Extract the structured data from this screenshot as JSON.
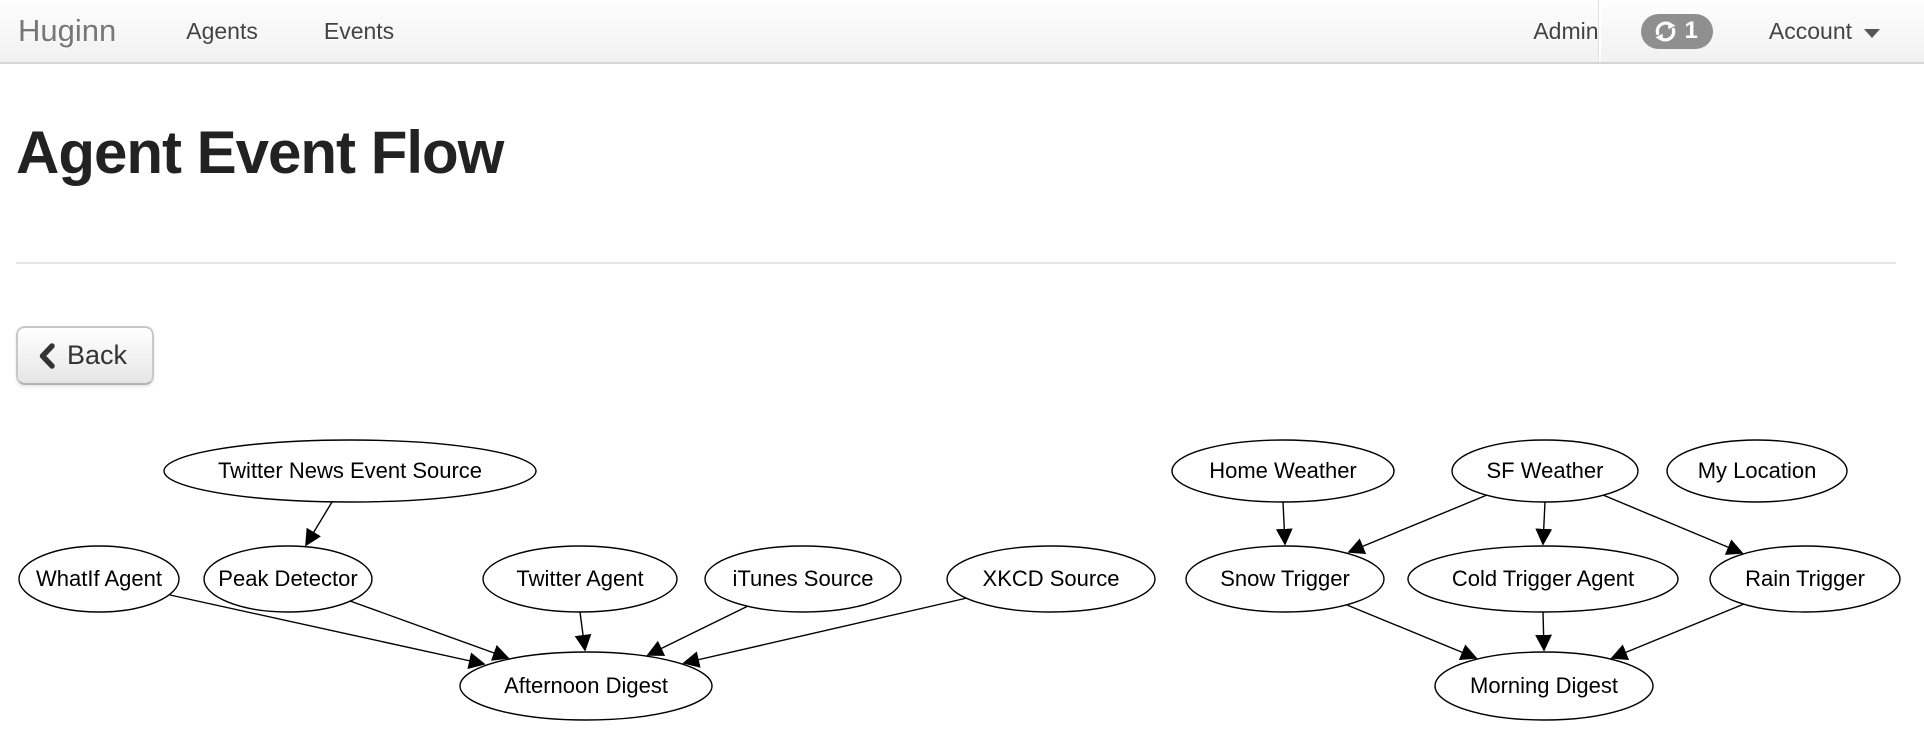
{
  "navbar": {
    "brand": "Huginn",
    "links": [
      {
        "label": "Agents"
      },
      {
        "label": "Events"
      }
    ],
    "admin_label": "Admin",
    "event_badge": {
      "icon": "refresh-icon",
      "count": "1"
    },
    "account_label": "Account"
  },
  "page": {
    "title": "Agent Event Flow",
    "back_button_label": "Back"
  },
  "diagram": {
    "type": "directed-graph",
    "nodes": [
      {
        "label": "Twitter News Event Source"
      },
      {
        "label": "WhatIf Agent"
      },
      {
        "label": "Peak Detector"
      },
      {
        "label": "Twitter Agent"
      },
      {
        "label": "iTunes Source"
      },
      {
        "label": "XKCD Source"
      },
      {
        "label": "Afternoon Digest"
      },
      {
        "label": "Home Weather"
      },
      {
        "label": "SF Weather"
      },
      {
        "label": "My Location"
      },
      {
        "label": "Snow Trigger"
      },
      {
        "label": "Cold Trigger Agent"
      },
      {
        "label": "Rain Trigger"
      },
      {
        "label": "Morning Digest"
      }
    ],
    "edges": [
      {
        "from": "Twitter News Event Source",
        "to": "Peak Detector"
      },
      {
        "from": "WhatIf Agent",
        "to": "Afternoon Digest"
      },
      {
        "from": "Peak Detector",
        "to": "Afternoon Digest"
      },
      {
        "from": "Twitter Agent",
        "to": "Afternoon Digest"
      },
      {
        "from": "iTunes Source",
        "to": "Afternoon Digest"
      },
      {
        "from": "XKCD Source",
        "to": "Afternoon Digest"
      },
      {
        "from": "Home Weather",
        "to": "Snow Trigger"
      },
      {
        "from": "SF Weather",
        "to": "Snow Trigger"
      },
      {
        "from": "SF Weather",
        "to": "Cold Trigger Agent"
      },
      {
        "from": "SF Weather",
        "to": "Rain Trigger"
      },
      {
        "from": "Snow Trigger",
        "to": "Morning Digest"
      },
      {
        "from": "Cold Trigger Agent",
        "to": "Morning Digest"
      },
      {
        "from": "Rain Trigger",
        "to": "Morning Digest"
      }
    ]
  },
  "colors": {
    "navbar_border": "#d5d5d5",
    "brand_text": "#777777",
    "nav_link_text": "#434343",
    "badge_background": "#8f8f8f",
    "title_text": "#222222",
    "rule": "#e8e8e8",
    "node_stroke": "#000000"
  }
}
